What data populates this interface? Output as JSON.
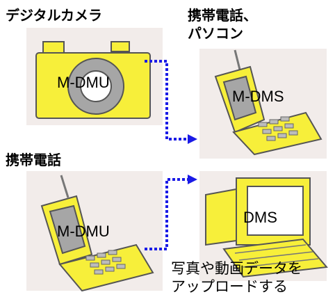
{
  "headings": {
    "digital_camera": "デジタルカメラ",
    "phone_pc_line1": "携帯電話、",
    "phone_pc_line2": "パソコン",
    "mobile_phone": "携帯電話"
  },
  "labels": {
    "camera_role": "M-DMU",
    "phone_top_role": "M-DMS",
    "phone_bottom_role": "M-DMU",
    "pc_role": "DMS"
  },
  "caption": {
    "line1": "写真や動画データを",
    "line2": "アップロードする"
  },
  "colors": {
    "panel": "#f2ecea",
    "device_yellow": "#f7ef3a",
    "device_gray": "#a6a6a6",
    "arrow_blue": "#1a1ae6"
  },
  "icons": [
    "camera-icon",
    "mobile-phone-icon",
    "desktop-computer-icon"
  ]
}
